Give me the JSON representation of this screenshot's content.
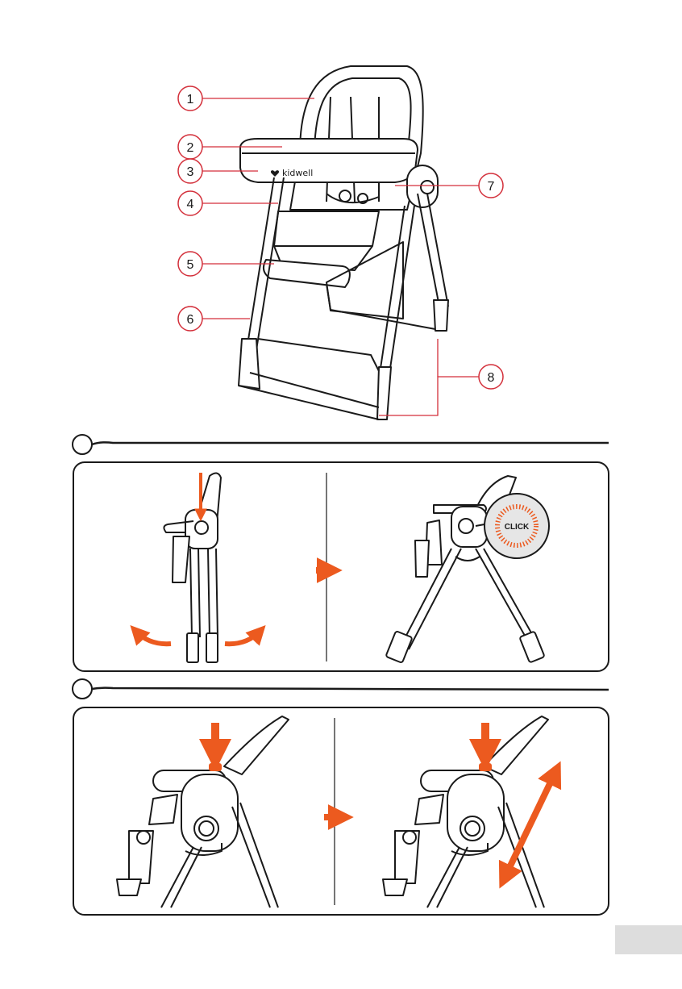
{
  "brand": {
    "name": "kidwell"
  },
  "callouts": [
    "1",
    "2",
    "3",
    "4",
    "5",
    "6",
    "7",
    "8"
  ],
  "steps": [
    {
      "number": "",
      "panel": "unfold",
      "badge_text": "CLICK"
    },
    {
      "number": "",
      "panel": "recline"
    }
  ],
  "page": {
    "number": ""
  },
  "colors": {
    "accent": "#ec5a1f",
    "callout": "#d32f3a",
    "line": "#1a1a1a",
    "click_bg": "#e6e6e6",
    "page_box": "#dddddd"
  },
  "icons": [
    "arrow-down-icon",
    "arrow-right-icon",
    "curved-arrow-icon",
    "double-arrow-icon",
    "click-burst-icon"
  ]
}
